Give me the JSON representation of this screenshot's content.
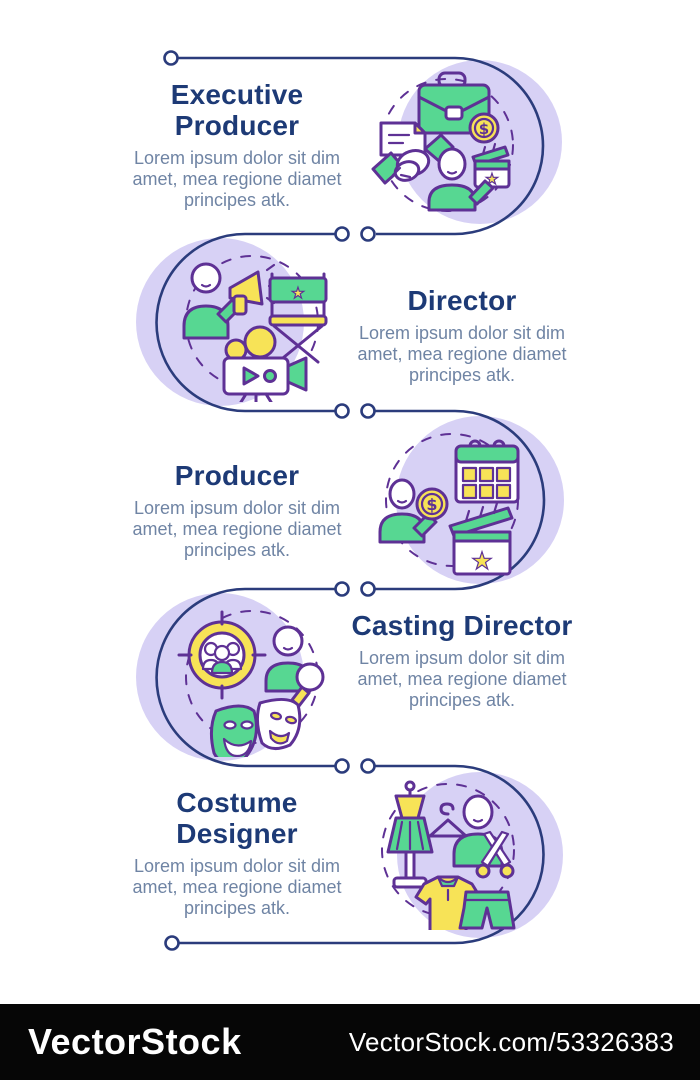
{
  "colors": {
    "title_text": "#1d3a76",
    "body_text": "#6f84a4",
    "connector_line": "#2b3c7c",
    "circle_fill": "#d7d1f5",
    "icon_outline": "#5e3195",
    "icon_green": "#57d792",
    "icon_yellow": "#f7e357",
    "watermark_bg": "#060606",
    "watermark_text": "#ffffff",
    "page_bg": "#ffffff"
  },
  "sections": [
    {
      "id": "executive-producer",
      "title": "Executive Producer",
      "description": "Lorem ipsum dolor sit dim amet, mea regione diamet principes atk.",
      "circle_side": "right",
      "icons": [
        "briefcase-money-icon",
        "handshake-contract-icon",
        "actor-clapperboard-icon"
      ]
    },
    {
      "id": "director",
      "title": "Director",
      "description": "Lorem ipsum dolor sit dim amet, mea regione diamet principes atk.",
      "circle_side": "left",
      "icons": [
        "megaphone-person-icon",
        "director-chair-icon",
        "film-camera-icon"
      ]
    },
    {
      "id": "producer",
      "title": "Producer",
      "description": "Lorem ipsum dolor sit dim amet, mea regione diamet principes atk.",
      "circle_side": "right",
      "icons": [
        "schedule-calendar-icon",
        "financier-coin-icon",
        "clapperboard-star-icon"
      ]
    },
    {
      "id": "casting-director",
      "title": "Casting Director",
      "description": "Lorem ipsum dolor sit dim amet, mea regione diamet principes atk.",
      "circle_side": "left",
      "icons": [
        "audience-target-icon",
        "talent-search-icon",
        "theater-masks-icon"
      ]
    },
    {
      "id": "costume-designer",
      "title": "Costume Designer",
      "description": "Lorem ipsum dolor sit dim amet, mea regione diamet principes atk.",
      "circle_side": "right",
      "icons": [
        "mannequin-dress-icon",
        "tailor-scissors-icon",
        "shirt-shorts-icon"
      ]
    }
  ],
  "watermark": {
    "logo": "VectorStock",
    "reference": "VectorStock.com/53326383"
  }
}
